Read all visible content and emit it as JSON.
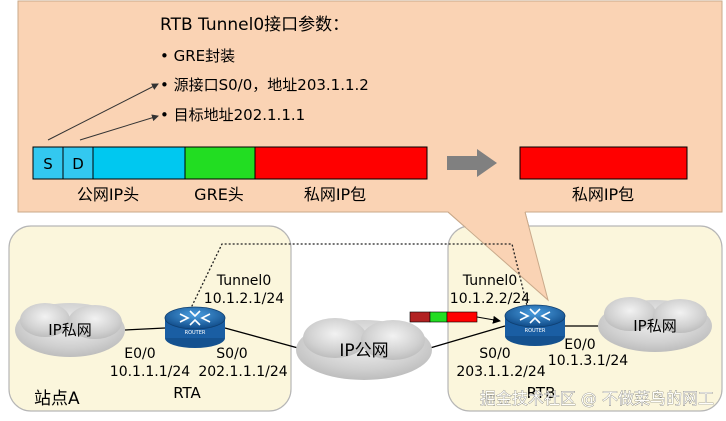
{
  "callout": {
    "title": "RTB Tunnel0接口参数：",
    "bullets": [
      "• GRE封装",
      "• 源接口S0/0，地址203.1.1.2",
      "• 目标地址202.1.1.1"
    ]
  },
  "packet": {
    "seg_s": "S",
    "seg_d": "D",
    "label_public": "公网IP头",
    "label_gre": "GRE头",
    "label_private": "私网IP包",
    "result_label": "私网IP包"
  },
  "topology": {
    "site_a": "站点A",
    "cloud_left": "IP私网",
    "cloud_mid": "IP公网",
    "cloud_right": "IP私网",
    "router_a": {
      "name": "RTA",
      "badge": "ROUTER",
      "tunnel_name": "Tunnel0",
      "tunnel_ip": "10.1.2.1/24",
      "e0_name": "E0/0",
      "e0_ip": "10.1.1.1/24",
      "s0_name": "S0/0",
      "s0_ip": "202.1.1.1/24"
    },
    "router_b": {
      "name": "RTB",
      "badge": "ROUTER",
      "tunnel_name": "Tunnel0",
      "tunnel_ip": "10.1.2.2/24",
      "s0_name": "S0/0",
      "s0_ip": "203.1.1.2/24",
      "e0_name": "E0/0",
      "e0_ip": "10.1.3.1/24"
    }
  },
  "watermark": "掘金技术社区 @ 不做菜鸟的网工",
  "colors": {
    "callout_fill": "#fad3b4",
    "callout_stroke": "#c9a98a",
    "site_fill": "#fbf6dc",
    "site_stroke": "#b6b6b6",
    "seg_sd": "#33c8f0",
    "seg_public": "#00c8f0",
    "seg_gre": "#22dd22",
    "seg_private": "#ff0000",
    "arrow_gray": "#808080",
    "router_blue": "#1f6fb8",
    "cloud_fill": "#d4d4d4"
  },
  "icons": {
    "arrow": "right-arrow-icon",
    "router": "router-icon",
    "cloud": "cloud-icon"
  }
}
